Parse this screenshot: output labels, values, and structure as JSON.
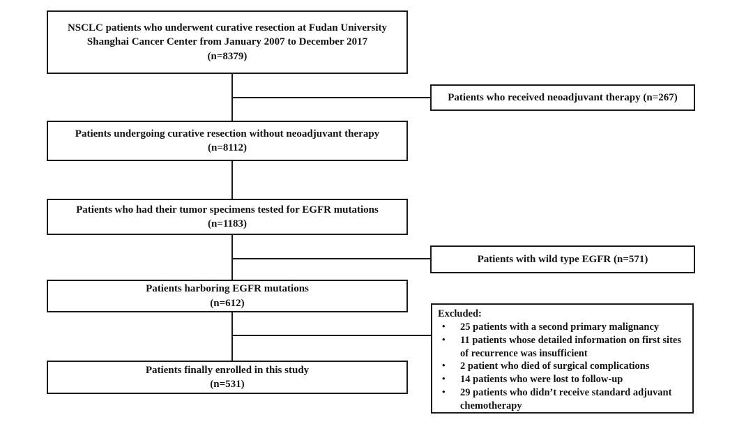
{
  "flowchart": {
    "background_color": "#ffffff",
    "border_color": "#1a1a1a",
    "text_color": "#141414",
    "bullet_glyph": "•",
    "main_boxes": [
      {
        "lines": [
          "NSCLC patients who underwent curative resection at Fudan University",
          "Shanghai Cancer Center from January 2007 to December 2017",
          "(n=8379)"
        ]
      },
      {
        "lines": [
          "Patients undergoing curative resection without neoadjuvant therapy",
          "(n=8112)"
        ]
      },
      {
        "lines": [
          "Patients who had their tumor specimens tested for EGFR mutations",
          "(n=1183)"
        ]
      },
      {
        "lines": [
          "Patients harboring EGFR mutations",
          "(n=612)"
        ]
      },
      {
        "lines": [
          "Patients finally enrolled in this study",
          "(n=531)"
        ]
      }
    ],
    "side_boxes": [
      {
        "label": "Patients who received neoadjuvant therapy (n=267)"
      },
      {
        "label": "Patients with wild type EGFR (n=571)"
      }
    ],
    "excluded_box": {
      "heading": "Excluded:",
      "items": [
        "25 patients with a second primary malignancy",
        "11 patients whose detailed information on first sites of recurrence was insufficient",
        "2 patient who died of surgical complications",
        "14 patients who were lost to follow-up",
        "29 patients who didn’t receive standard adjuvant chemotherapy"
      ]
    }
  }
}
